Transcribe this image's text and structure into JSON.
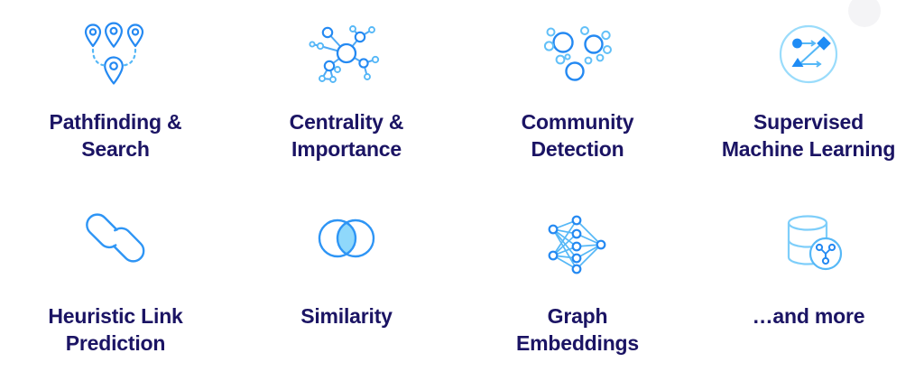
{
  "palette": {
    "blue": "#2489f2",
    "blue_light": "#56b8f7",
    "blue_pale": "#8ed8fb",
    "navy": "#1b1464",
    "background": "#ffffff",
    "deco_circle": "#f4f4f6"
  },
  "grid": {
    "columns": 4,
    "rows": 2,
    "cells": [
      {
        "icon": "map-pins-path-icon",
        "label": "Pathfinding &\nSearch"
      },
      {
        "icon": "hub-network-icon",
        "label": "Centrality &\nImportance"
      },
      {
        "icon": "circle-clusters-icon",
        "label": "Community\nDetection"
      },
      {
        "icon": "shapes-in-circle-icon",
        "label": "Supervised\nMachine Learning"
      },
      {
        "icon": "chain-link-icon",
        "label": "Heuristic Link\nPrediction"
      },
      {
        "icon": "venn-diagram-icon",
        "label": "Similarity"
      },
      {
        "icon": "neural-network-icon",
        "label": "Graph\nEmbeddings"
      },
      {
        "icon": "database-graph-icon",
        "label": "…and more"
      }
    ]
  }
}
